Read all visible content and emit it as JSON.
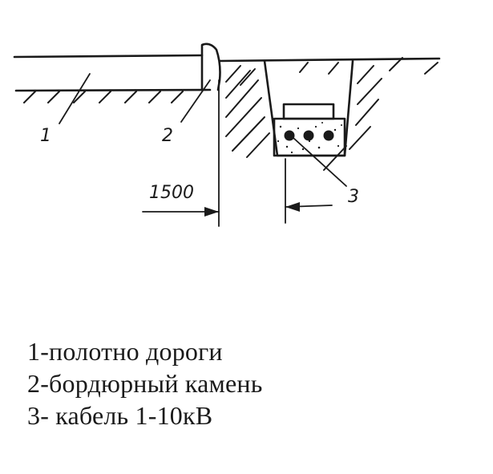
{
  "diagram": {
    "labels": {
      "road": "1",
      "curb": "2",
      "cable": "3"
    },
    "dimension": "1500"
  },
  "legend": {
    "items": [
      "1-полотно дороги",
      "2-бордюрный камень",
      "3- кабель 1-10кВ"
    ]
  },
  "colors": {
    "ink": "#1a1a1a"
  }
}
